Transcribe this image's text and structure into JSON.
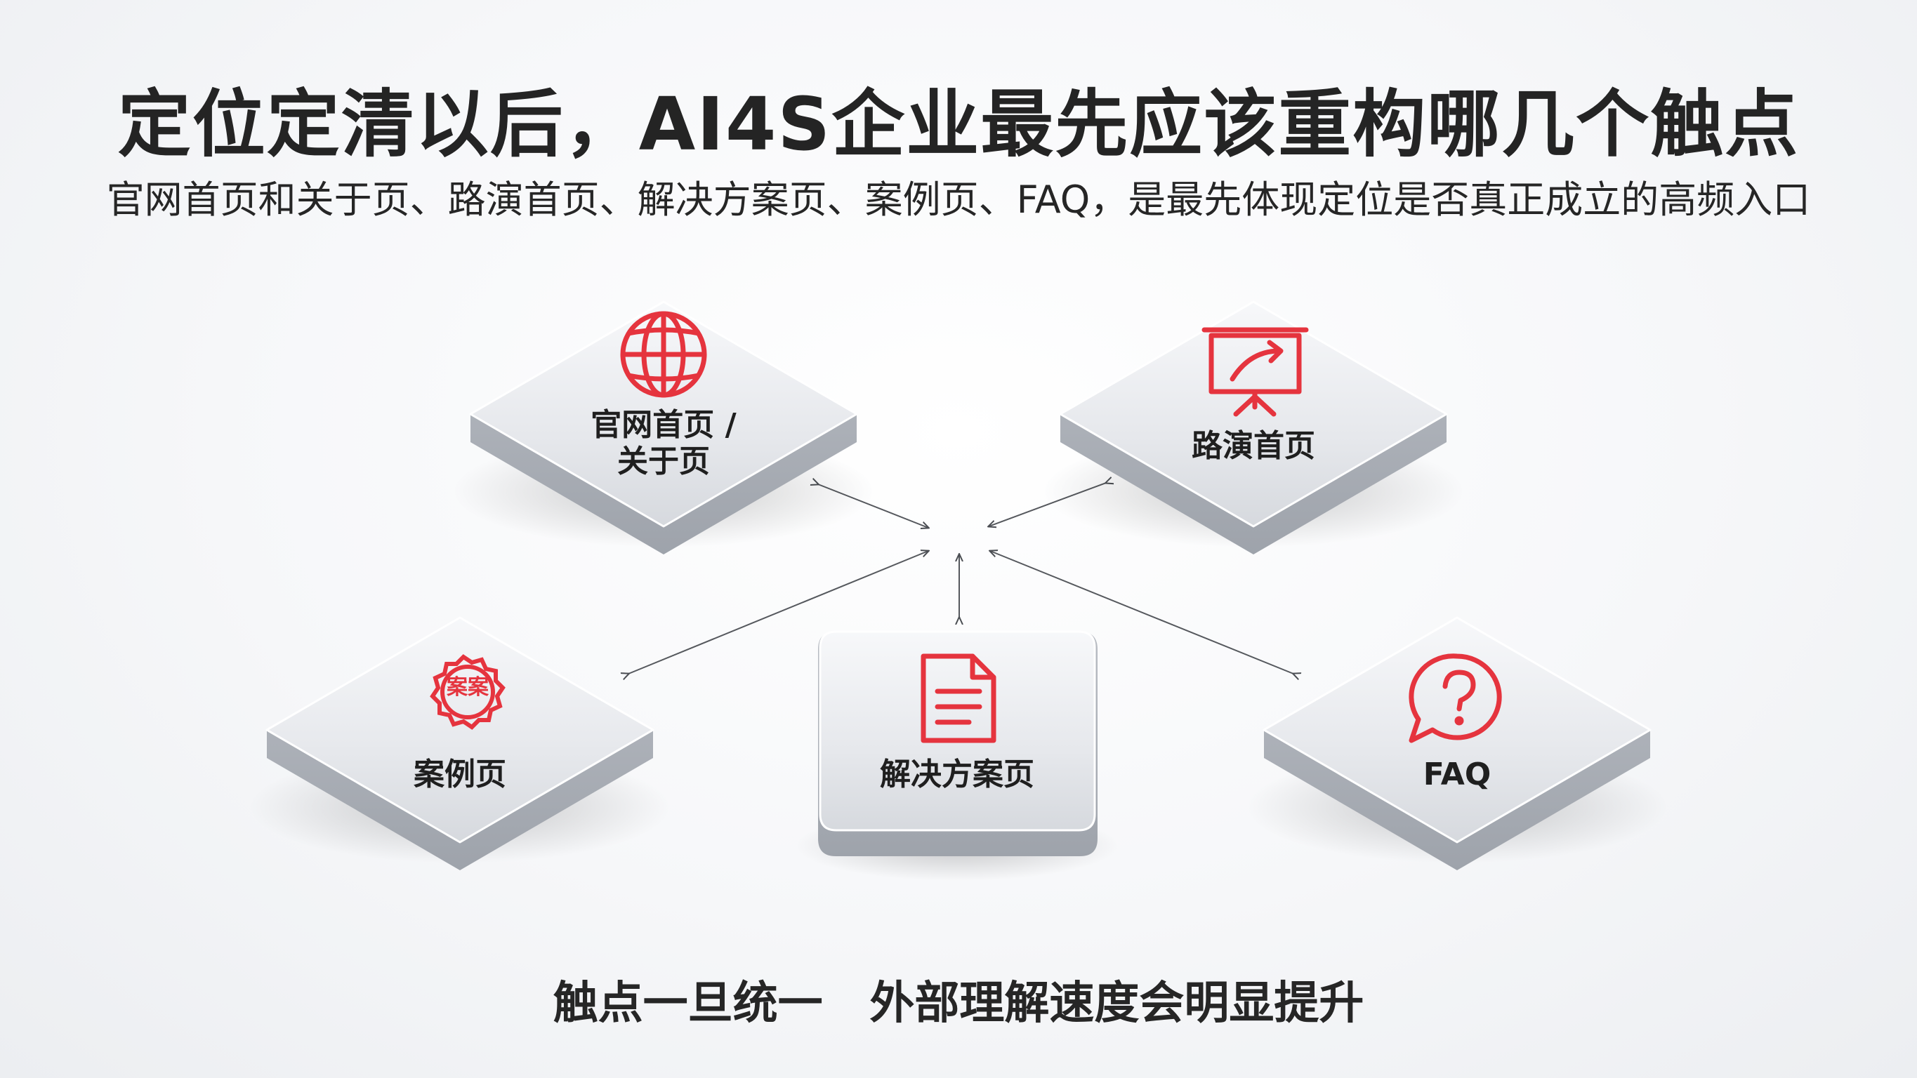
{
  "title": "定位定清以后，AI4S企业最先应该重构哪几个触点",
  "subtitle": "官网首页和关于页、路演首页、解决方案页、案例页、FAQ，是最先体现定位是否真正成立的高频入口",
  "footer": "触点一旦统一   外部理解速度会明显提升",
  "accent_color": "#e5343e",
  "tiles": [
    {
      "id": "website",
      "line1": "官网首页 /",
      "line2": "关于页",
      "icon": "globe-icon"
    },
    {
      "id": "roadshow",
      "line1": "路演首页",
      "line2": "",
      "icon": "presentation-board-icon"
    },
    {
      "id": "cases",
      "line1": "案例页",
      "line2": "",
      "icon": "case-seal-icon",
      "icon_text": "案案"
    },
    {
      "id": "solution",
      "line1": "解决方案页",
      "line2": "",
      "icon": "document-icon"
    },
    {
      "id": "faq",
      "line1": "FAQ",
      "line2": "",
      "icon": "question-bubble-icon"
    }
  ]
}
